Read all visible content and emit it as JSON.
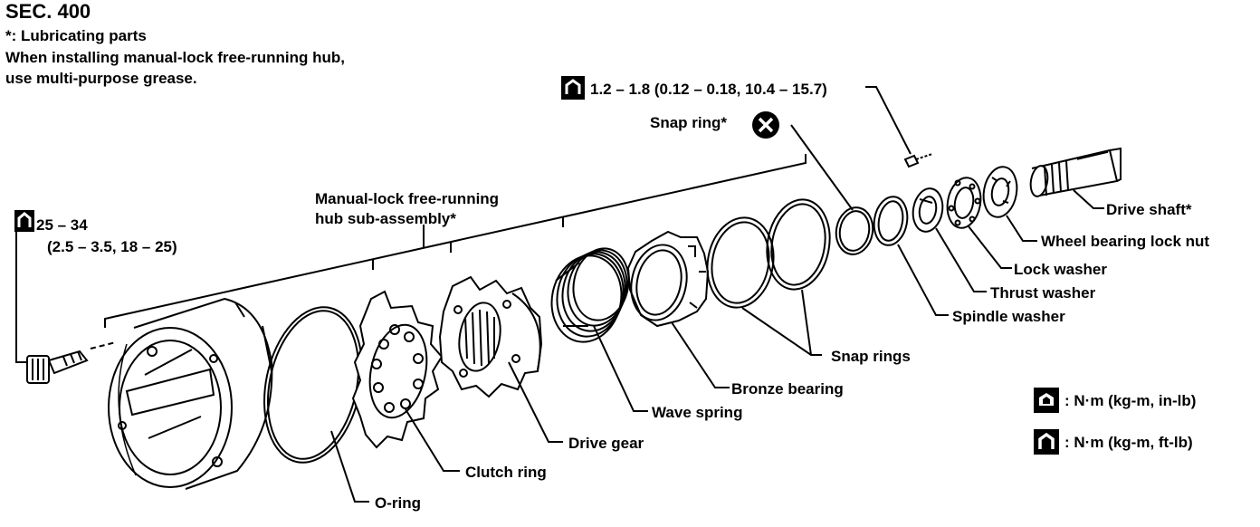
{
  "header": {
    "section": "SEC. 400",
    "note_line1": "*: Lubricating parts",
    "note_line2": "When installing manual-lock free-running hub,",
    "note_line3": "use multi-purpose grease."
  },
  "torque": {
    "bolt_top": "1.2 – 1.8 (0.12 – 0.18, 10.4 – 15.7)",
    "bolt_left_1": "25 – 34",
    "bolt_left_2": "(2.5 – 3.5, 18 – 25)"
  },
  "labels": {
    "snap_ring": "Snap ring*",
    "subassembly_1": "Manual-lock free-running",
    "subassembly_2": "hub sub-assembly*",
    "drive_shaft": "Drive shaft*",
    "wheel_bearing_lock_nut": "Wheel bearing lock nut",
    "lock_washer": "Lock washer",
    "thrust_washer": "Thrust washer",
    "spindle_washer": "Spindle washer",
    "snap_rings": "Snap rings",
    "bronze_bearing": "Bronze bearing",
    "wave_spring": "Wave spring",
    "drive_gear": "Drive gear",
    "clutch_ring": "Clutch ring",
    "o_ring": "O-ring"
  },
  "legend": {
    "inlb": ": N·m (kg-m, in-lb)",
    "ftlb": ": N·m (kg-m, ft-lb)"
  },
  "icons": [
    "torque-ftlb-icon",
    "torque-inlb-icon",
    "no-reuse-icon"
  ]
}
